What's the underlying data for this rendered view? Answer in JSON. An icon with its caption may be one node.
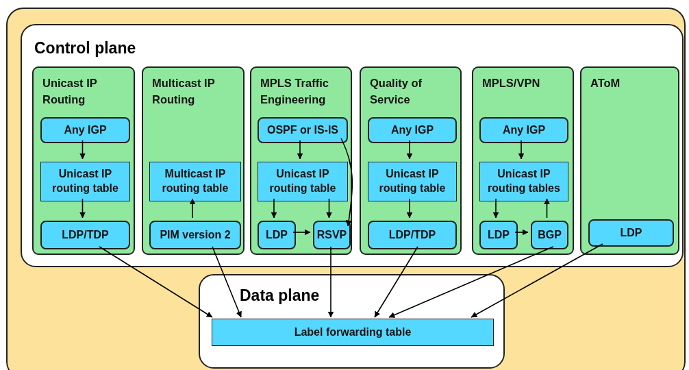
{
  "diagram": {
    "nodes": [
      {
        "text": [
          "Control plane"
        ]
      },
      {
        "text": [
          "Unicast IP Routing"
        ],
        "in": 0
      },
      {
        "text": [
          "Any IGP"
        ],
        "in": 1
      },
      {
        "text": [
          "Unicast IP routing table"
        ],
        "in": 1
      },
      {
        "text": [
          "LDP/TDP"
        ],
        "in": 1
      },
      {
        "text": [
          "Multicast IP Routing"
        ],
        "in": 0
      },
      {
        "text": [
          "Multicast IP routing table"
        ],
        "in": 5
      },
      {
        "text": [
          "PIM version 2"
        ],
        "in": 5
      },
      {
        "text": [
          "MPLS Traffic Engineering"
        ],
        "in": 0
      },
      {
        "text": [
          "OSPF or IS-IS"
        ],
        "in": 8
      },
      {
        "text": [
          "Unicast IP routing table"
        ],
        "in": 8
      },
      {
        "text": [
          "LDP"
        ],
        "in": 8
      },
      {
        "text": [
          "RSVP"
        ],
        "in": 8
      },
      {
        "text": [
          "Quality of Service"
        ],
        "in": 0
      },
      {
        "text": [
          "Any IGP"
        ],
        "in": 13
      },
      {
        "text": [
          "Unicast IP routing table"
        ],
        "in": 13
      },
      {
        "text": [
          "LDP/TDP"
        ],
        "in": 13
      },
      {
        "text": [
          "MPLS/VPN"
        ],
        "in": 0
      },
      {
        "text": [
          "Any IGP"
        ],
        "in": 17
      },
      {
        "text": [
          "Unicast IP routing tables"
        ],
        "in": 17
      },
      {
        "text": [
          "LDP"
        ],
        "in": 17
      },
      {
        "text": [
          "BGP"
        ],
        "in": 17
      },
      {
        "text": [
          "AToM"
        ],
        "in": 0
      },
      {
        "text": [
          "LDP"
        ],
        "in": 22
      },
      {
        "text": [
          "Data plane"
        ]
      },
      {
        "text": [
          "Label forwarding table"
        ],
        "in": 24
      }
    ],
    "edges": [
      {
        "from": 2,
        "to": 3,
        "arrow": "to"
      },
      {
        "from": 3,
        "to": 4,
        "arrow": "to"
      },
      {
        "from": 7,
        "to": 6,
        "arrow": "to"
      },
      {
        "from": 9,
        "to": 10,
        "arrow": "to"
      },
      {
        "from": 9,
        "to": 12,
        "arrow": "to"
      },
      {
        "from": 10,
        "to": 11,
        "arrow": "to"
      },
      {
        "from": 10,
        "to": 12,
        "arrow": "to"
      },
      {
        "from": 11,
        "to": 12,
        "arrow": "to"
      },
      {
        "from": 14,
        "to": 15,
        "arrow": "to"
      },
      {
        "from": 15,
        "to": 16,
        "arrow": "to"
      },
      {
        "from": 18,
        "to": 19,
        "arrow": "to"
      },
      {
        "from": 19,
        "to": 20,
        "arrow": "to"
      },
      {
        "from": 20,
        "to": 21,
        "arrow": "to"
      },
      {
        "from": 21,
        "to": 19,
        "arrow": "to"
      },
      {
        "from": 4,
        "to": 25,
        "arrow": "to"
      },
      {
        "from": 7,
        "to": 25,
        "arrow": "to"
      },
      {
        "from": 12,
        "to": 25,
        "arrow": "to"
      },
      {
        "from": 16,
        "to": 25,
        "arrow": "to"
      },
      {
        "from": 21,
        "to": 25,
        "arrow": "to"
      },
      {
        "from": 23,
        "to": 25,
        "arrow": "to"
      }
    ]
  }
}
